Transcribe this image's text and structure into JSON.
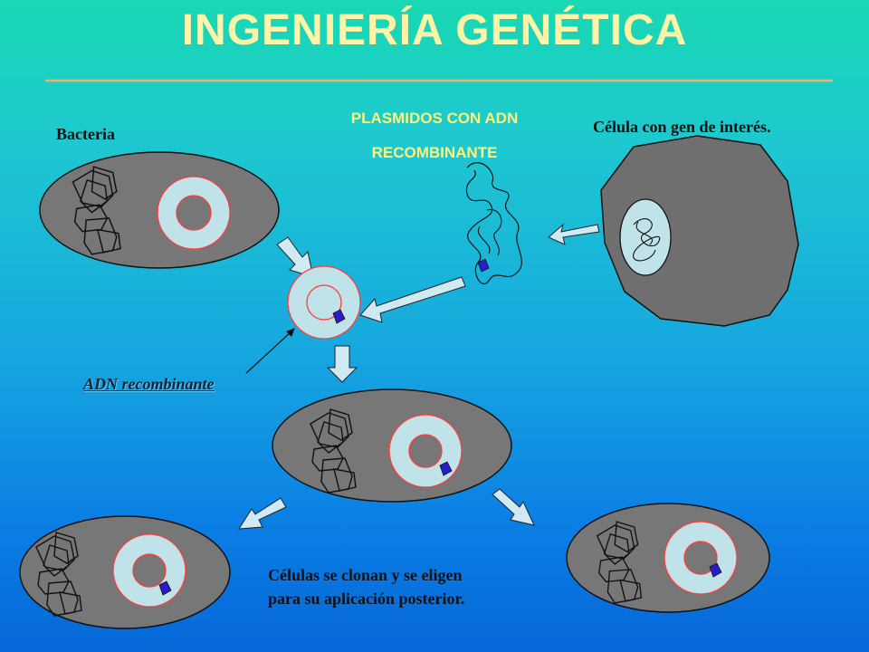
{
  "title": "INGENIERÍA GENÉTICA",
  "subtitle_line1": "PLASMIDOS CON ADN",
  "subtitle_line2": "RECOMBINANTE",
  "labels": {
    "bacteria": "Bacteria",
    "cell_of_interest": "Célula con gen de interés.",
    "recombinant_dna": "ADN recombinante",
    "caption_line1": "Células se clonan y se eligen",
    "caption_line2": "para su aplicación posterior."
  },
  "colors": {
    "title": "#fff3a6",
    "subtitle": "#fff27a",
    "cell_fill": "#777777",
    "plasmid_fill": "#bfe3e8",
    "plasmid_outline": "#ff3b3b",
    "gene_marker": "#2a1dc9",
    "arrow_fill": "#cfeaf2",
    "rule_line": "#f0b070"
  }
}
